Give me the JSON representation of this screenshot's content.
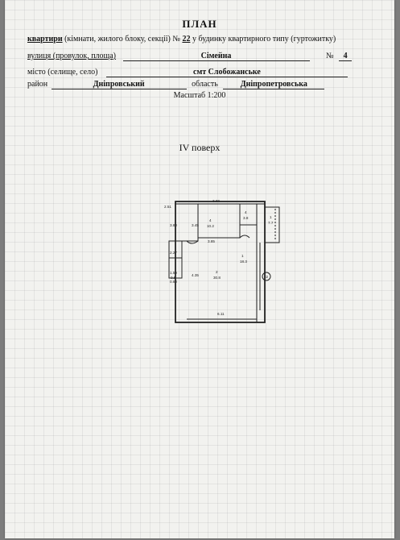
{
  "header": {
    "title": "ПЛАН"
  },
  "line1": {
    "label_a": "квартири",
    "label_b": " (кімнати, жилого блоку, секції) № ",
    "number": "22",
    "label_c": " у будинку квартирного типу (гуртожитку)"
  },
  "line2": {
    "label": "вулиця (провулок, площа)",
    "street": "Сімейна",
    "no_label": "№",
    "house_no": "4"
  },
  "line3": {
    "label": "місто (селище, село)",
    "city": "смт Слобожанське"
  },
  "line4": {
    "district_label": "район",
    "district": "Дніпровський",
    "region_label": "область",
    "region": "Дніпропетровська"
  },
  "scale": "Масштаб 1:200",
  "floor": "IV поверх",
  "plan": {
    "dims": {
      "top_left": "2.51",
      "top_mid": "3.80",
      "left_upper": "3.80",
      "left_mid": "2.27",
      "left_lower": "1.59",
      "room1_side": "3.45",
      "room1_bottom": "3.85",
      "right_side": "4.35",
      "bottom": "6.11",
      "side_small": "0.80"
    },
    "rooms": {
      "room1_no": "4",
      "room1_area": "10.2",
      "room2_no": "4",
      "room2_area": "3.8",
      "room3_no": "1",
      "room3_area": "7.7",
      "room4_no": "2",
      "room4_area": "30.8",
      "room5_no": "1",
      "room5_area": "18.3",
      "room6_area": "0.5"
    },
    "marker": "22"
  }
}
